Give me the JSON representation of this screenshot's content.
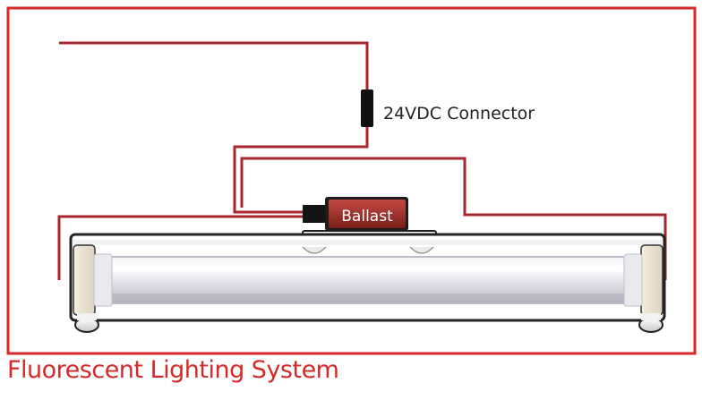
{
  "diagram": {
    "connector_label": "24VDC Connector",
    "ballast_label": "Ballast",
    "caption": "Fluorescent Lighting System"
  },
  "colors": {
    "frame": "#d42a2a",
    "wire": "#a8262f",
    "ballast_top": "#c34a42",
    "ballast_bottom": "#7a1e1a",
    "caption": "#d42a2a",
    "fixture_outline": "#222222"
  },
  "icons": [
    "connector-plug-icon",
    "ballast-icon",
    "fluorescent-tube-icon",
    "lamp-socket-icon"
  ]
}
